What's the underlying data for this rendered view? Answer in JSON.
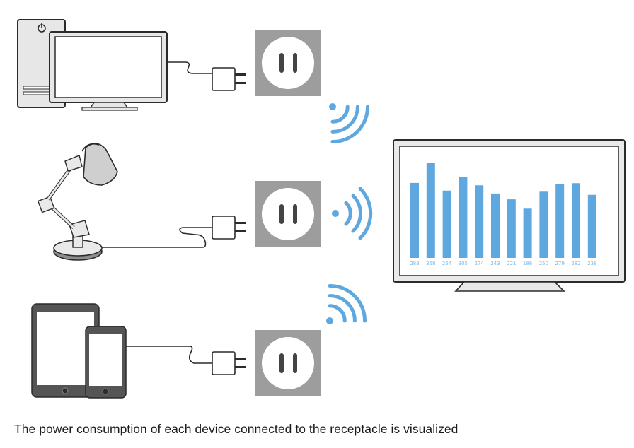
{
  "caption": "The power consumption of each device connected to the receptacle is visualized",
  "icons": {
    "desktop": "desktop-computer-icon",
    "lamp": "desk-lamp-icon",
    "tablet": "tablet-and-phone-icon",
    "plug": "power-plug-icon",
    "outlet": "power-outlet-icon",
    "wifi": "wifi-signal-icon",
    "monitor": "monitor-icon"
  },
  "colors": {
    "bar": "#5fa8df",
    "wifi": "#5fa8df",
    "outlet": "#9d9d9d",
    "device": "#cfcfcf"
  },
  "chart_data": {
    "type": "bar",
    "categories": [
      "283",
      "358",
      "254",
      "305",
      "274",
      "243",
      "221",
      "186",
      "250",
      "279",
      "282",
      "238"
    ],
    "values": [
      283,
      358,
      254,
      305,
      274,
      243,
      221,
      186,
      250,
      279,
      282,
      238
    ],
    "title": "",
    "xlabel": "",
    "ylabel": "",
    "ylim": [
      0,
      400
    ]
  }
}
